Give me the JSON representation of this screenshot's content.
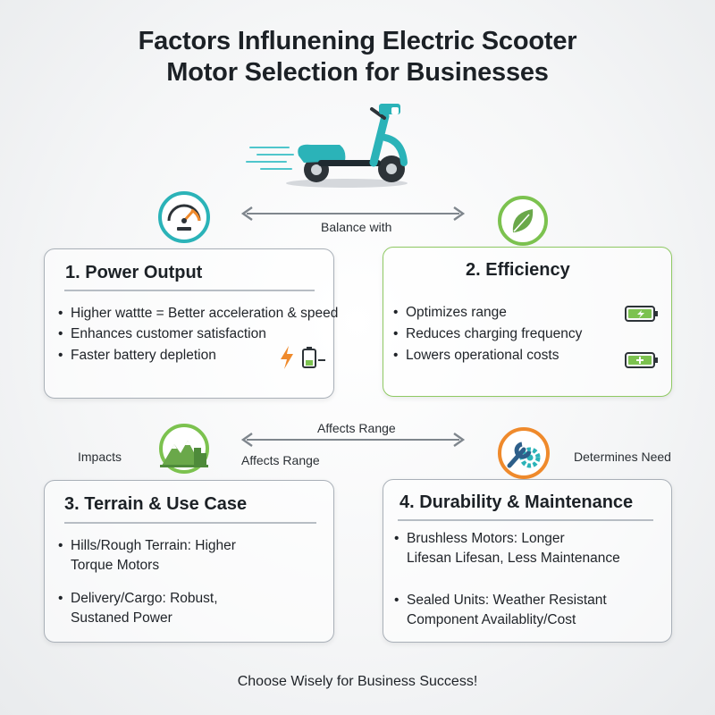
{
  "title": {
    "line1": "Factors Influnening Electric Scooter",
    "line2": "Motor Selection for Businesses"
  },
  "connectors": {
    "top_arrow_label": "Balance with",
    "middle_arrow_label_upper": "Affects Range",
    "middle_arrow_label_lower": "Affects Range",
    "left_side_label": "Impacts",
    "right_side_label": "Determines Need"
  },
  "cards": {
    "power": {
      "title": "1. Power Output",
      "bullets": [
        "Higher wattte = Better acceleration & speed",
        "Enhances customer satisfaction",
        "Faster battery depletion"
      ]
    },
    "efficiency": {
      "title": "2. Efficiency",
      "bullets": [
        "Optimizes range",
        "Reduces charging frequency",
        "Lowers operational costs"
      ]
    },
    "terrain": {
      "title": "3. Terrain & Use Case",
      "bullets": [
        {
          "line1": "Hills/Rough Terrain: Higher",
          "line2": "Torque Motors"
        },
        {
          "line1": "Delivery/Cargo: Robust,",
          "line2": "Sustaned Power"
        }
      ]
    },
    "durability": {
      "title": "4. Durability & Maintenance",
      "bullets": [
        {
          "line1": "Brushless Motors: Longer",
          "line2": "Lifesan Lifesan, Less Maintenance"
        },
        {
          "line1": "Sealed Units: Weather Resistant",
          "line2": "Component Availablity/Cost"
        }
      ]
    }
  },
  "footer": "Choose Wisely for Business Success!",
  "icons": {
    "header": "electric-scooter-icon",
    "power": "speedometer-icon",
    "efficiency": "leaf-icon",
    "terrain": "mountain-city-icon",
    "durability": "wrench-gear-icon"
  },
  "colors": {
    "teal": "#2bb3b8",
    "green": "#7cc24f",
    "orange": "#ef8a2c",
    "gray_border": "#a9b0b8"
  }
}
